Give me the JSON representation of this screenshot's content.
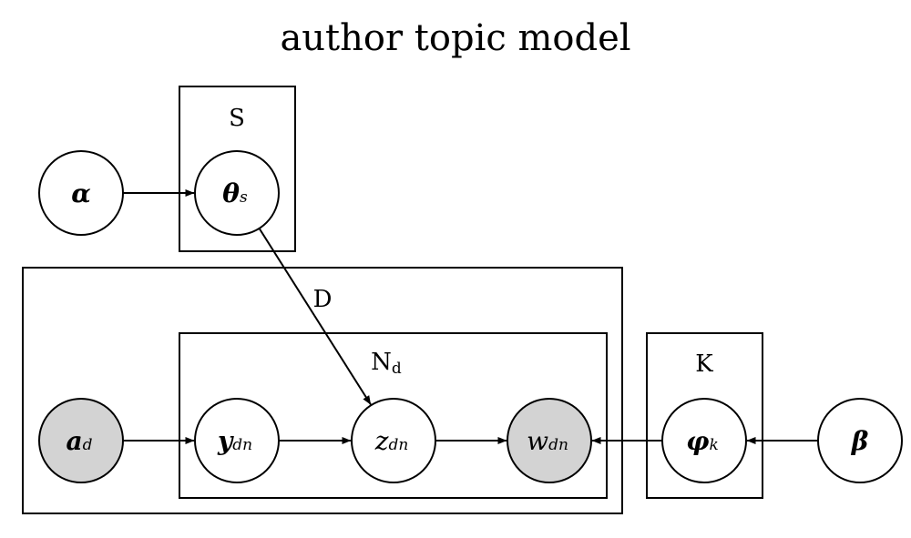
{
  "title": "author topic model",
  "colors": {
    "stroke": "#000000",
    "background": "#ffffff",
    "observed_fill": "#d3d3d3",
    "latent_fill": "#ffffff"
  },
  "plates": [
    {
      "id": "S",
      "label": "S",
      "label_sub": ""
    },
    {
      "id": "D",
      "label": "D",
      "label_sub": ""
    },
    {
      "id": "Nd",
      "label": "N",
      "label_sub": "d"
    },
    {
      "id": "K",
      "label": "K",
      "label_sub": ""
    }
  ],
  "nodes": [
    {
      "id": "alpha",
      "symbol": "α",
      "sub": "",
      "observed": false,
      "style": "bold-italic"
    },
    {
      "id": "theta_s",
      "symbol": "θ",
      "sub": "s",
      "observed": false,
      "style": "bold-italic"
    },
    {
      "id": "a_d",
      "symbol": "a",
      "sub": "d",
      "observed": true,
      "style": "bold-italic"
    },
    {
      "id": "y_dn",
      "symbol": "y",
      "sub": "dn",
      "observed": false,
      "style": "bold-italic"
    },
    {
      "id": "z_dn",
      "symbol": "z",
      "sub": "dn",
      "observed": false,
      "style": "italic"
    },
    {
      "id": "w_dn",
      "symbol": "w",
      "sub": "dn",
      "observed": true,
      "style": "italic"
    },
    {
      "id": "phi_k",
      "symbol": "φ",
      "sub": "k",
      "observed": false,
      "style": "bold-italic"
    },
    {
      "id": "beta",
      "symbol": "β",
      "sub": "",
      "observed": false,
      "style": "bold-italic"
    }
  ],
  "edges": [
    {
      "from": "alpha",
      "to": "theta_s"
    },
    {
      "from": "theta_s",
      "to": "z_dn"
    },
    {
      "from": "a_d",
      "to": "y_dn"
    },
    {
      "from": "y_dn",
      "to": "z_dn"
    },
    {
      "from": "z_dn",
      "to": "w_dn"
    },
    {
      "from": "phi_k",
      "to": "w_dn"
    },
    {
      "from": "beta",
      "to": "phi_k"
    }
  ]
}
